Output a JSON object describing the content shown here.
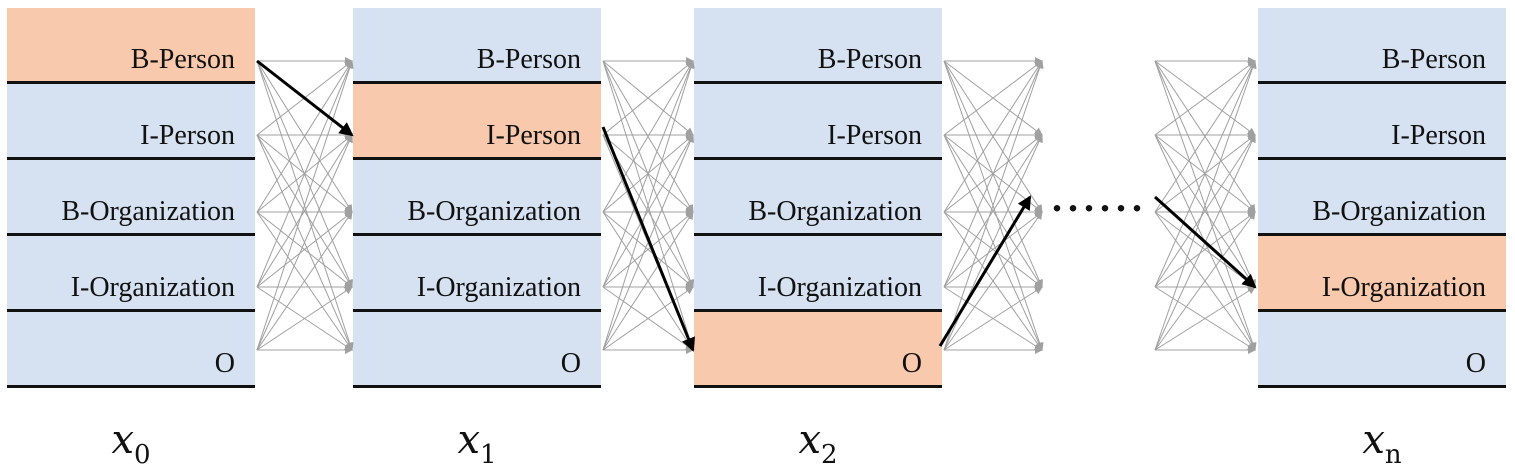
{
  "labels": [
    "B-Person",
    "I-Person",
    "B-Organization",
    "I-Organization",
    "O"
  ],
  "columns": [
    {
      "var": "x",
      "sub": "0",
      "selected": 0
    },
    {
      "var": "x",
      "sub": "1",
      "selected": 1
    },
    {
      "var": "x",
      "sub": "2",
      "selected": 4
    },
    {
      "var": "x",
      "sub": "n",
      "selected": 3
    }
  ],
  "ellipsis": "......",
  "colors": {
    "cell_fill": "#d6e2f1",
    "highlight_fill": "#f9c9ad",
    "edge_gray": "#a0a0a0",
    "path_black": "#000000"
  }
}
